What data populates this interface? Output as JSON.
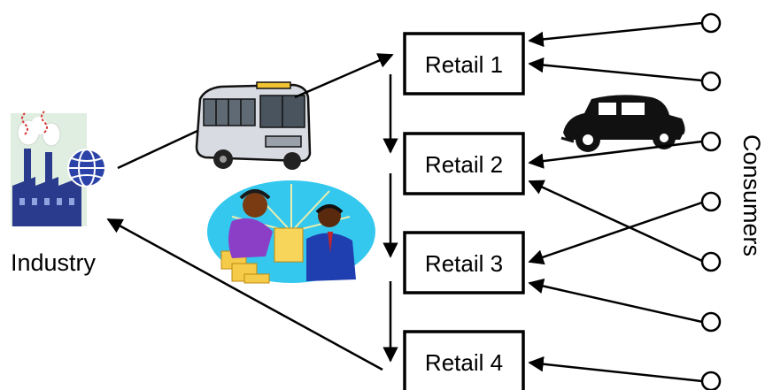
{
  "diagram": {
    "industry_label": "Industry",
    "consumers_label": "Consumers",
    "retailers": [
      "Retail 1",
      "Retail 2",
      "Retail 3",
      "Retail 4"
    ],
    "consumer_count": 7,
    "edges": {
      "industry_to_retail": "Retail 1",
      "retail_to_industry": "Retail 4",
      "retail_chain": [
        "Retail 1",
        "Retail 2",
        "Retail 3",
        "Retail 4"
      ],
      "consumer_to_retail": [
        {
          "consumer": 1,
          "retail": "Retail 1"
        },
        {
          "consumer": 2,
          "retail": "Retail 1"
        },
        {
          "consumer": 3,
          "retail": "Retail 2"
        },
        {
          "consumer": 4,
          "retail": "Retail 3"
        },
        {
          "consumer": 5,
          "retail": "Retail 2"
        },
        {
          "consumer": 6,
          "retail": "Retail 3"
        },
        {
          "consumer": 7,
          "retail": "Retail 4"
        }
      ]
    },
    "icons": [
      "factory-globe-icon",
      "bus-icon",
      "handshake-clipart-icon",
      "vintage-car-icon"
    ]
  }
}
